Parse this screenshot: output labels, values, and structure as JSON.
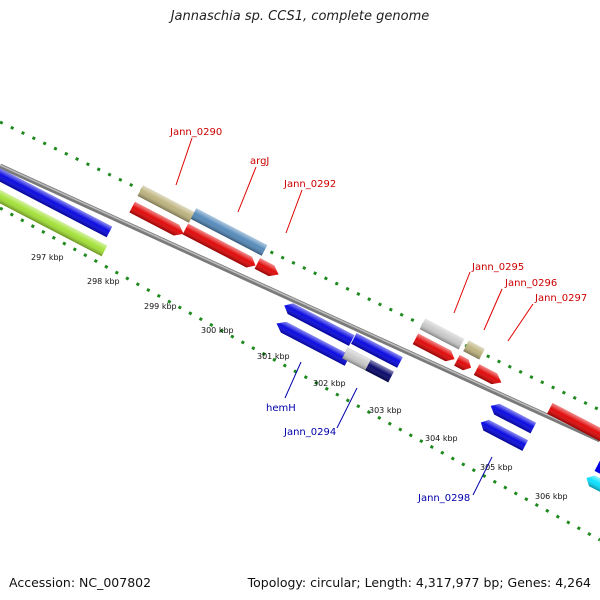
{
  "title": "Jannaschia sp. CCS1, complete genome",
  "footer": {
    "accession": "Accession: NC_007802",
    "summary": "Topology: circular; Length: 4,317,977 bp; Genes: 4,264"
  },
  "colors": {
    "forward_label": "#cc0000",
    "reverse_label": "#0000aa",
    "backbone": "#808080",
    "ticks": "#1e8a1e"
  },
  "kbp_labels": [
    "297 kbp",
    "298 kbp",
    "299 kbp",
    "300 kbp",
    "301 kbp",
    "302 kbp",
    "303 kbp",
    "304 kbp",
    "305 kbp",
    "306 kbp"
  ],
  "gene_labels": {
    "forward": [
      "Jann_0290",
      "argJ",
      "Jann_0292",
      "Jann_0295",
      "Jann_0296",
      "Jann_0297"
    ],
    "reverse": [
      "hemH",
      "Jann_0294",
      "Jann_0298"
    ]
  }
}
